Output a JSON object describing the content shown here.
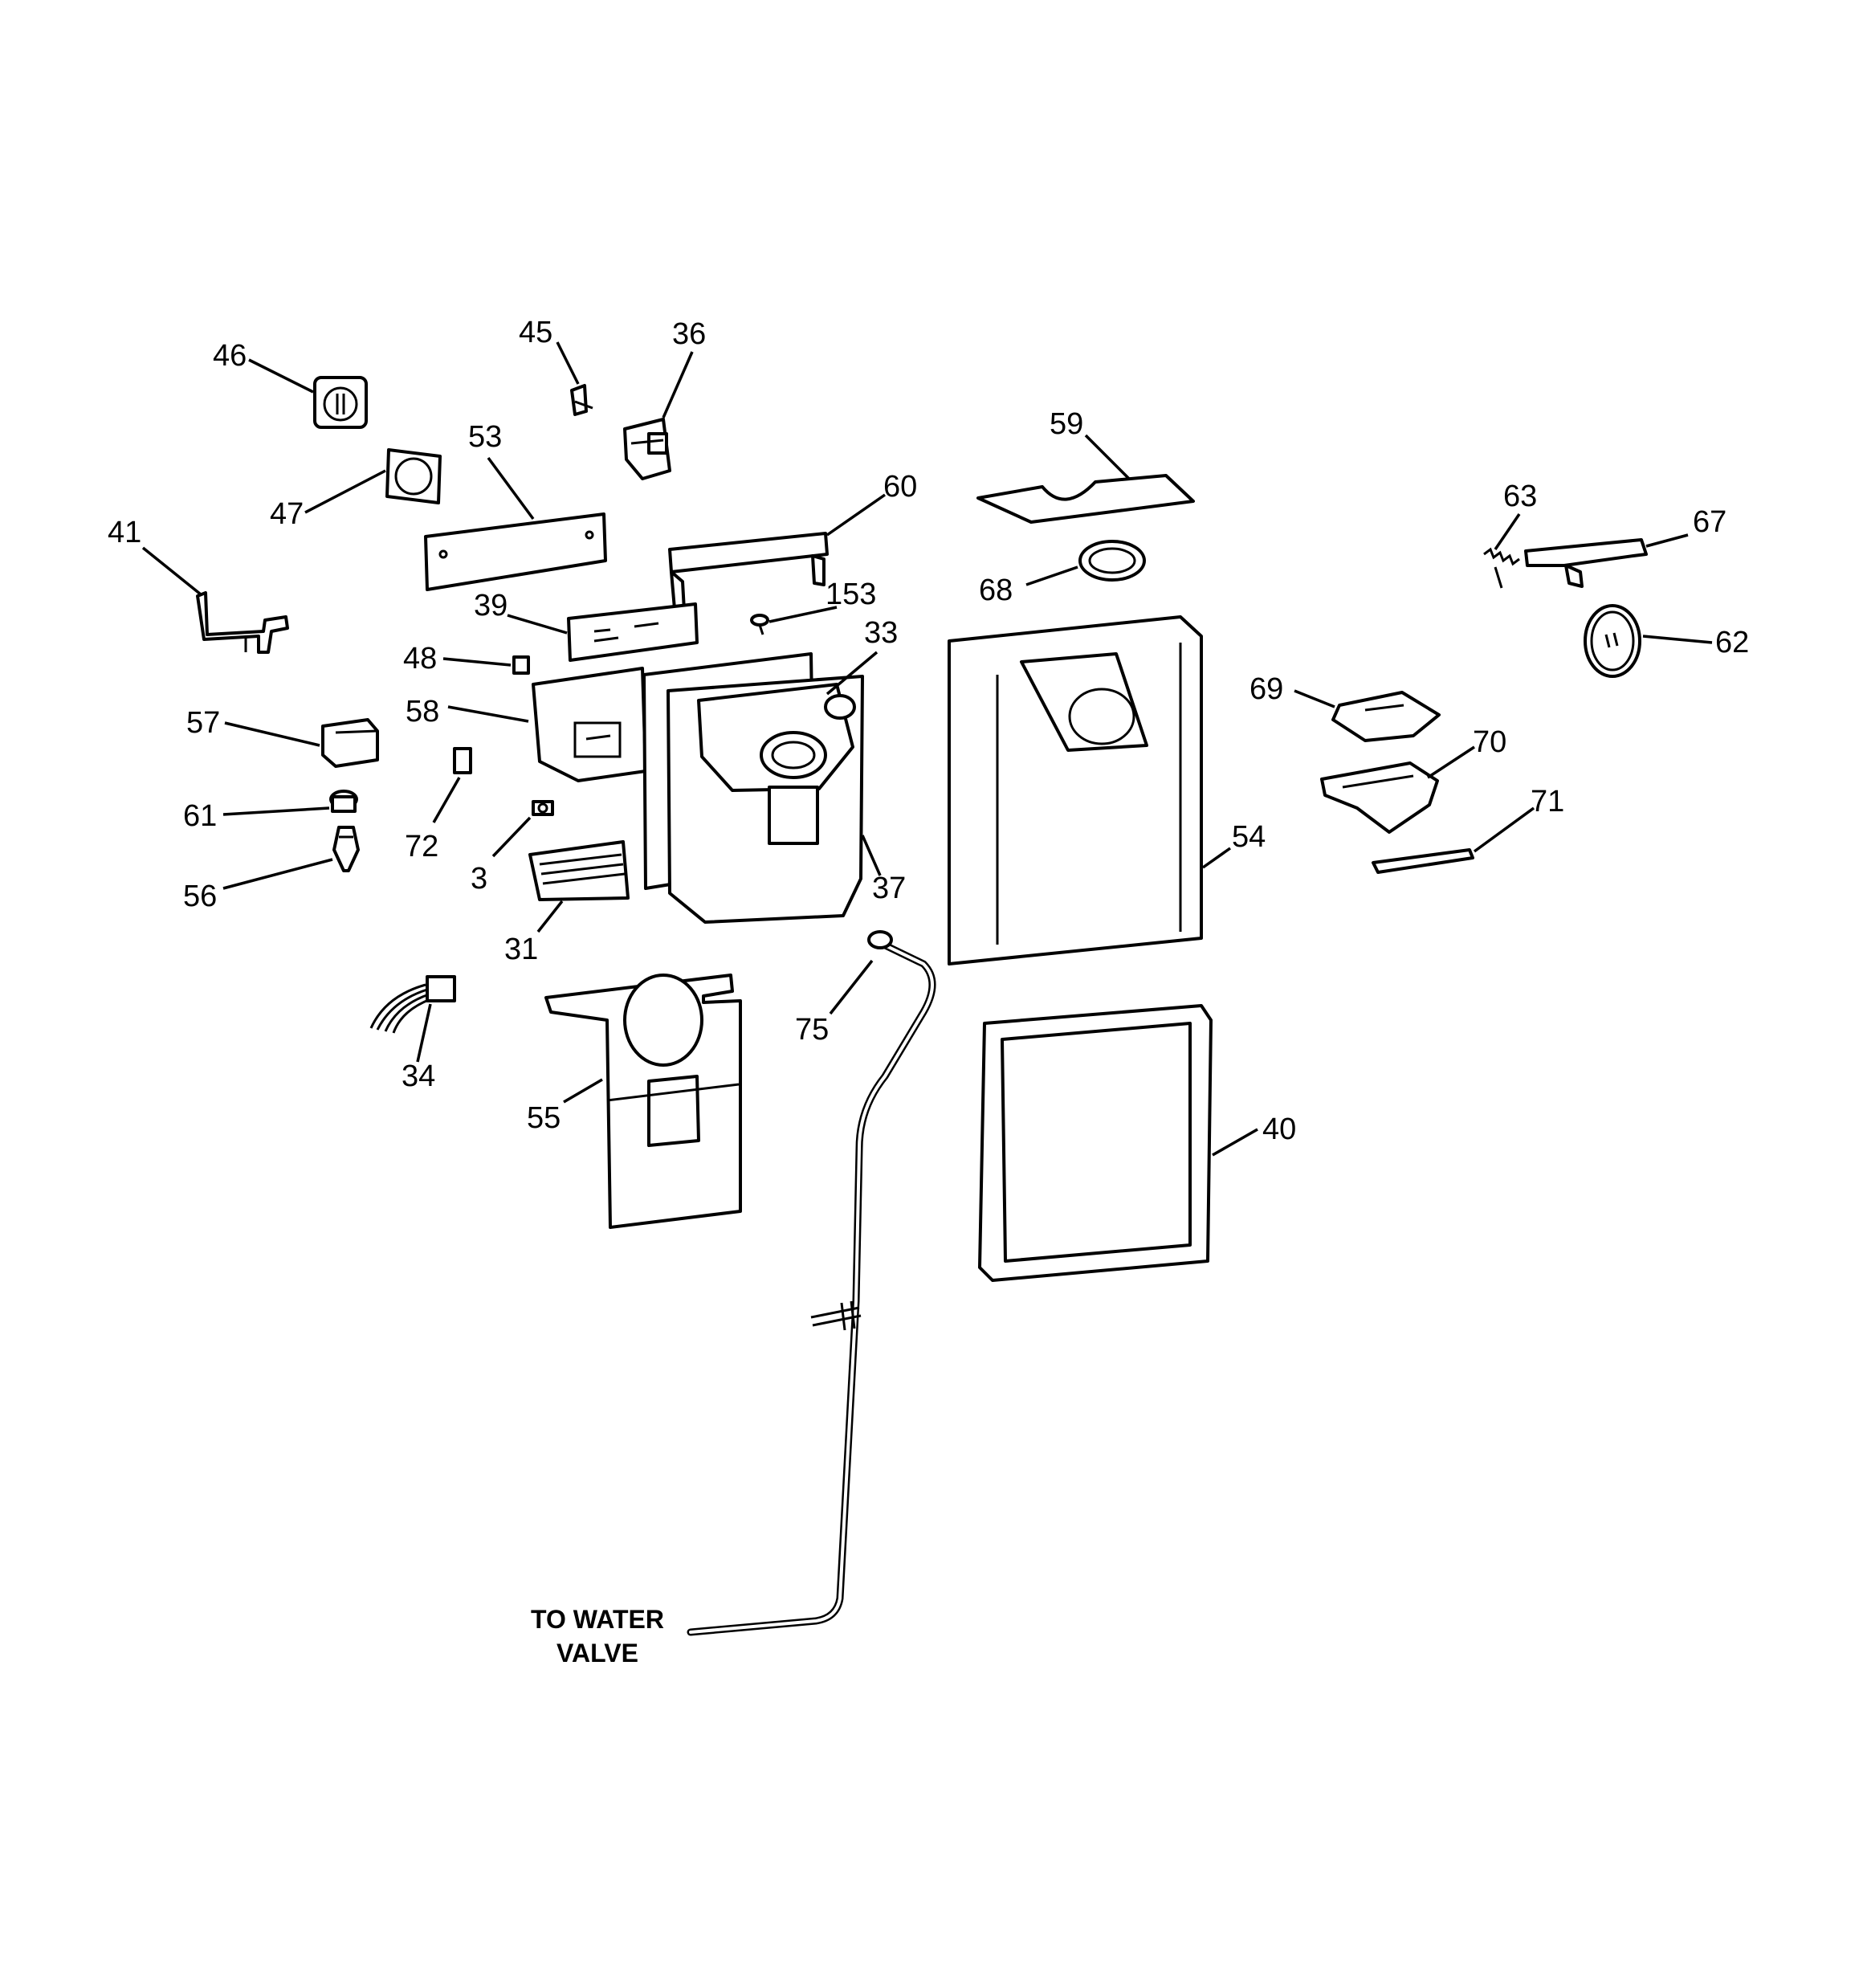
{
  "diagram": {
    "callouts": {
      "c46": "46",
      "c45": "45",
      "c36": "36",
      "c53": "53",
      "c47": "47",
      "c41": "41",
      "c60": "60",
      "c59": "59",
      "c63": "63",
      "c67": "67",
      "c68": "68",
      "c153": "153",
      "c39": "39",
      "c33": "33",
      "c62": "62",
      "c48": "48",
      "c69": "69",
      "c58": "58",
      "c57": "57",
      "c70": "70",
      "c71": "71",
      "c61": "61",
      "c72": "72",
      "c54": "54",
      "c3": "3",
      "c37": "37",
      "c56": "56",
      "c31": "31",
      "c75": "75",
      "c34": "34",
      "c40": "40",
      "c55": "55"
    },
    "note_line1": "TO WATER",
    "note_line2": "VALVE"
  }
}
